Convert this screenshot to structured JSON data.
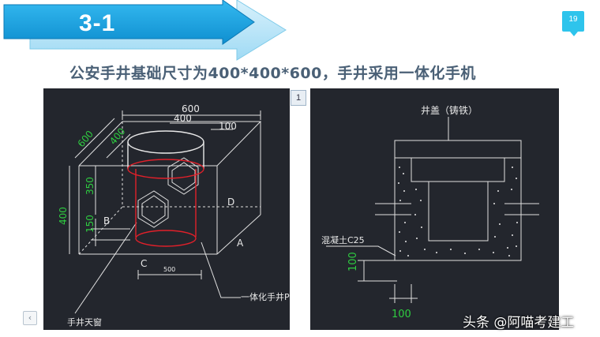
{
  "slide": {
    "section_number": "3-1",
    "page_number": "19",
    "subtitle": "公安手井基础尺寸为400*400*600，手井采用一体化手机",
    "figure_index": "1",
    "watermark": "头条 @阿喵考建工",
    "prev_arrow": "‹"
  },
  "left_drawing": {
    "dims": {
      "top_600": "600",
      "top_400": "400",
      "top_100": "100",
      "side_600": "600",
      "side_400": "400",
      "v_350": "350",
      "v_150": "150",
      "v_400": "400",
      "bottom_500": "500"
    },
    "labels": {
      "A": "A",
      "B": "B",
      "C": "C",
      "D": "D",
      "pe": "一体化手井PE",
      "window": "手井天窗"
    }
  },
  "right_drawing": {
    "labels": {
      "cover": "井盖（铸铁）",
      "concrete": "混凝土C25",
      "dim_100_v": "100",
      "dim_100_h": "100"
    }
  },
  "colors": {
    "banner_blue": "#1aa7e6",
    "panel_bg": "#23262d",
    "cad_white": "#e8e8e8",
    "cad_green": "#2ecc40",
    "cad_red": "#e0202a"
  }
}
